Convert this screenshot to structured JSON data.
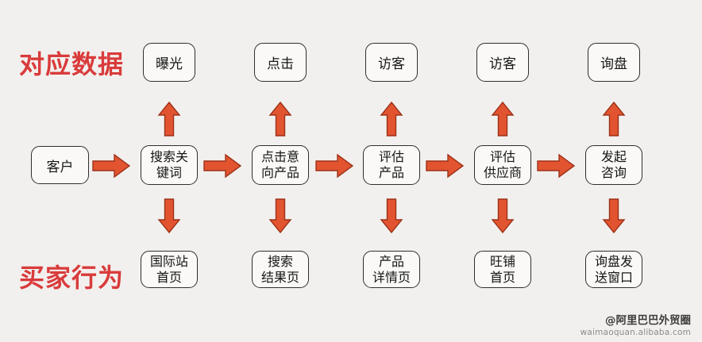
{
  "labels": {
    "top": "对应数据",
    "bottom": "买家行为"
  },
  "flow": {
    "start": {
      "label": "客户"
    },
    "columns": [
      {
        "data": "曝光",
        "action": "搜索关\n键词",
        "page": "国际站\n首页"
      },
      {
        "data": "点击",
        "action": "点击意\n向产品",
        "page": "搜索\n结果页"
      },
      {
        "data": "访客",
        "action": "评估\n产品",
        "page": "产品\n详情页"
      },
      {
        "data": "访客",
        "action": "评估\n供应商",
        "page": "旺铺\n首页"
      },
      {
        "data": "询盘",
        "action": "发起\n咨询",
        "page": "询盘发\n送窗口"
      }
    ]
  },
  "watermark": {
    "line1": "@阿里巴巴外贸圈",
    "line2": "waimaoquan.alibaba.com"
  },
  "colors": {
    "bg": "#f2f0ee",
    "arrow": "#e25430",
    "arrow_outline": "#9c3118",
    "label_red": "#d93b3b",
    "box_border": "#2e2e2e",
    "box_fill": "#faf9f7"
  }
}
